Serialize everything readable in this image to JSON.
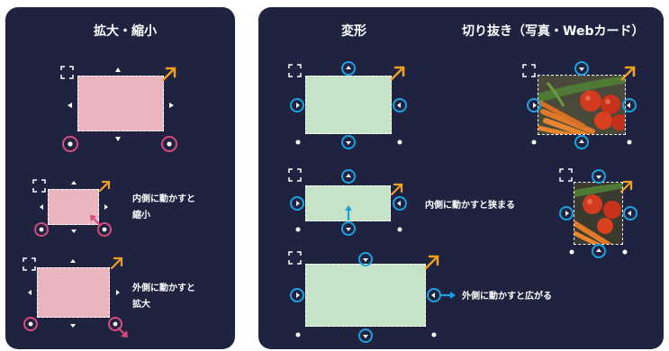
{
  "left_panel": {
    "title": "拡大・縮小",
    "caption_inward_line1": "内側に動かすと",
    "caption_inward_line2": "縮小",
    "caption_outward_line1": "外側に動かすと",
    "caption_outward_line2": "拡大"
  },
  "right_panel": {
    "title_transform": "変形",
    "title_crop": "切り抜き（写真・Webカード）",
    "caption_inward": "内側に動かすと狭まる",
    "caption_outward": "外側に動かすと広がる"
  },
  "colors": {
    "panel_bg": "#1f2340",
    "pink_fill": "#e9b6c0",
    "green_fill": "#c6e2c7",
    "pink_accent": "#d94a7a",
    "blue_accent": "#1aa3e0",
    "orange_arrow": "#f0a020",
    "handle": "#ffffff"
  },
  "icons": [
    "crop-corner-icon",
    "rotate-arrow-icon",
    "scale-handle-icon",
    "side-handle-icon",
    "drag-arrow-icon"
  ]
}
